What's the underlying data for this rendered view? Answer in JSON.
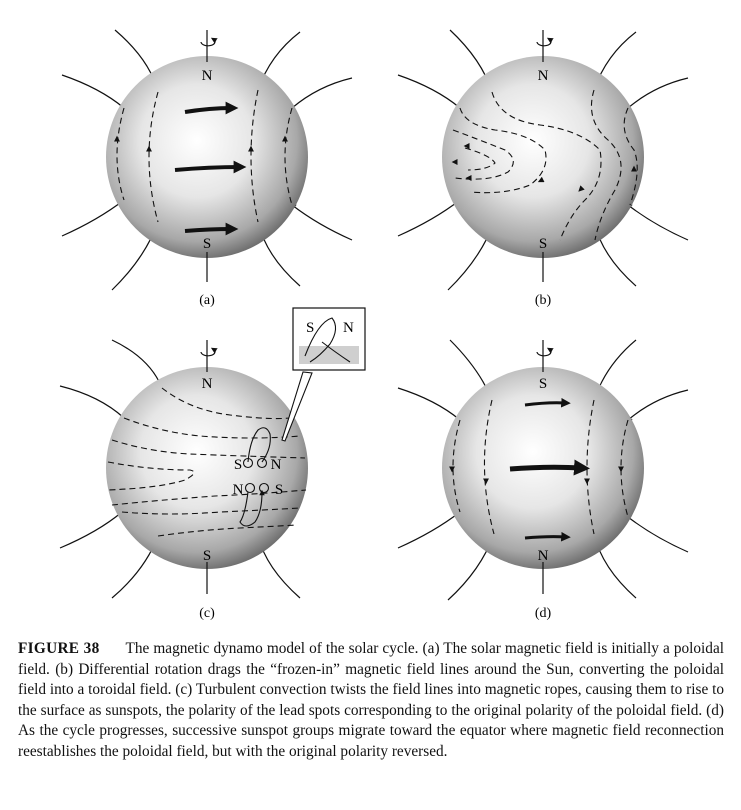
{
  "panels": [
    {
      "id": "a",
      "label": "(a)",
      "north": "N",
      "south": "S"
    },
    {
      "id": "b",
      "label": "(b)",
      "north": "N",
      "south": "S"
    },
    {
      "id": "c",
      "label": "(c)",
      "north": "N",
      "south": "S",
      "spots_top": [
        "S",
        "N"
      ],
      "spots_bottom": [
        "N",
        "S"
      ],
      "inset": {
        "left": "S",
        "right": "N"
      }
    },
    {
      "id": "d",
      "label": "(d)",
      "north": "S",
      "south": "N"
    }
  ],
  "caption": {
    "figure_number": "FIGURE 38",
    "text": "The magnetic dynamo model of the solar cycle. (a) The solar magnetic field is initially a poloidal field. (b) Differential rotation drags the “frozen-in” magnetic field lines around the Sun, converting the poloidal field into a toroidal field. (c) Turbulent convection twists the field lines into magnetic ropes, causing them to rise to the surface as sunspots, the polarity of the lead spots corresponding to the original polarity of the poloidal field. (d) As the cycle progresses, successive sunspot groups migrate toward the equator where magnetic field reconnection reestablishes the poloidal field, but with the original polarity reversed."
  },
  "colors": {
    "sphere_light": "#ffffff",
    "sphere_dark": "#5a5a5a",
    "line": "#111111"
  }
}
